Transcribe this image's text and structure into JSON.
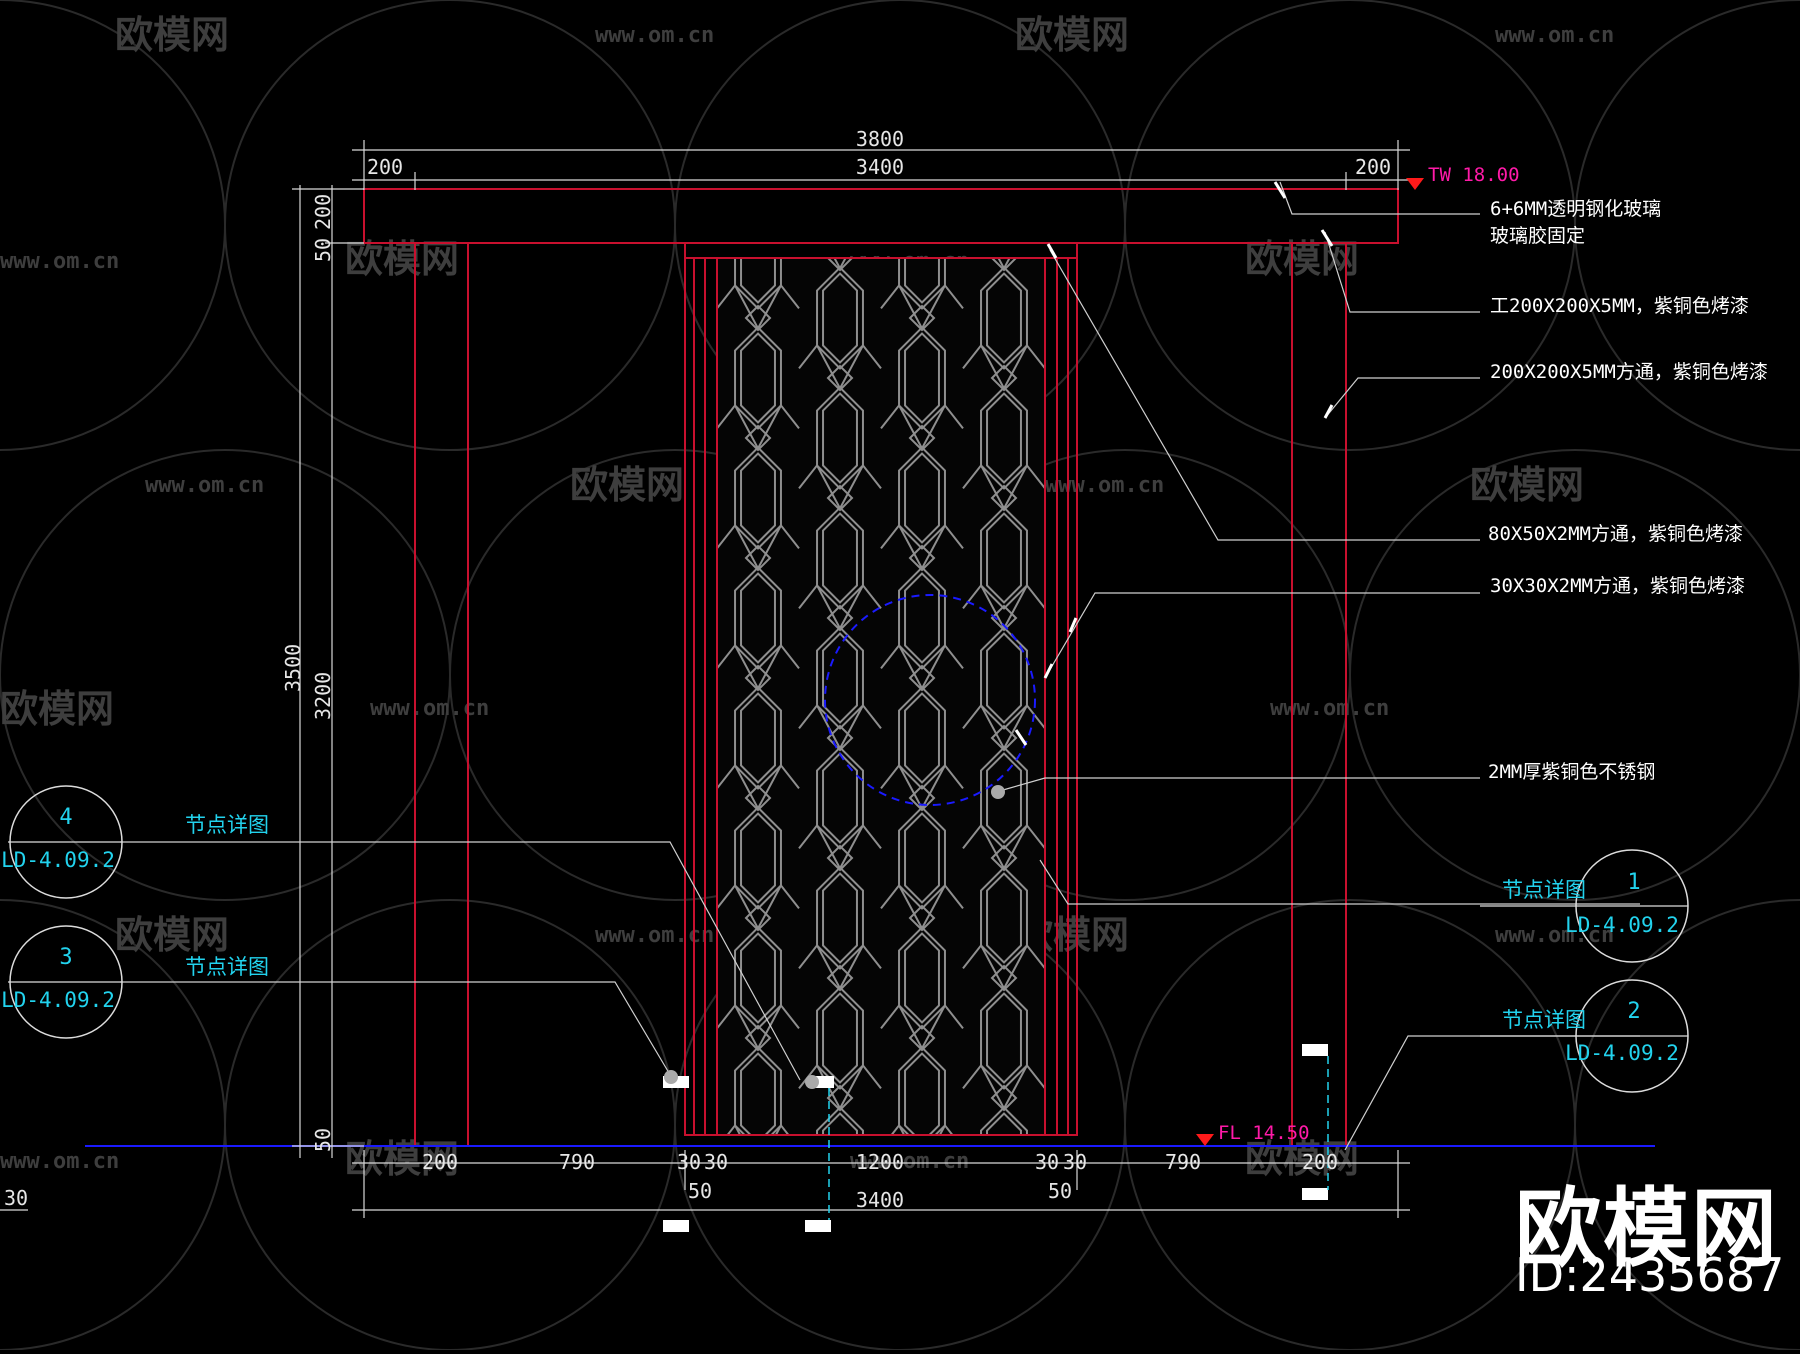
{
  "watermark": {
    "logo_text": "欧模网",
    "url_text": "www.om.cn"
  },
  "brand": {
    "logo": "欧模网",
    "id": "ID:2435687"
  },
  "dimensions": {
    "top_total": "3800",
    "top_inner": "3400",
    "top_left": "200",
    "top_right": "200",
    "left_v50": "50",
    "left_v200": "200",
    "left_v3500": "3500",
    "left_v3200": "3200",
    "left_v50b": "50",
    "bottom": [
      "200",
      "790",
      "30",
      "30",
      "1200",
      "30",
      "30",
      "790",
      "200"
    ],
    "bottom_50_left": "50",
    "bottom_50_right": "50",
    "bottom_total": "3400",
    "edge_30": "30"
  },
  "levels": {
    "top": "TW 18.00",
    "floor": "FL 14.50"
  },
  "annotations": [
    "6+6MM透明钢化玻璃",
    "玻璃胶固定",
    "工200X200X5MM，紫铜色烤漆",
    "200X200X5MM方通，紫铜色烤漆",
    "80X50X2MM方通，紫铜色烤漆",
    "30X30X2MM方通，紫铜色烤漆",
    "2MM厚紫铜色不锈钢"
  ],
  "detail_callouts": [
    {
      "number": "4",
      "ref": "LD-4.09.2",
      "label": "节点详图"
    },
    {
      "number": "3",
      "ref": "LD-4.09.2",
      "label": "节点详图"
    },
    {
      "number": "1",
      "ref": "LD-4.09.2",
      "label": "节点详图"
    },
    {
      "number": "2",
      "ref": "LD-4.09.2",
      "label": "节点详图"
    }
  ],
  "colors": {
    "background": "#000000",
    "frame_line": "#c8102e",
    "dimension_line": "#d9d9d9",
    "callout_text": "#22d3ee",
    "level_text": "#ff1aa8",
    "level_marker": "#ff1a1a",
    "floor_line": "#1a1aff",
    "pattern_line": "#9a9a9a"
  }
}
